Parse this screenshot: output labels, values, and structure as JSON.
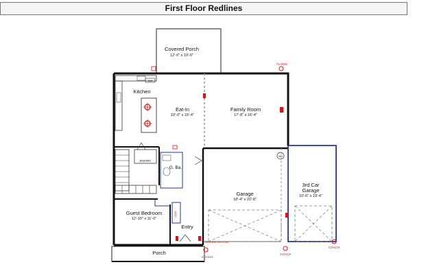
{
  "title": "First Floor Redlines",
  "rooms": {
    "covered_porch": {
      "name": "Covered Porch",
      "dims": "12'-0\" x 10'-0\""
    },
    "kitchen": {
      "name": "Kitchen"
    },
    "eat_in": {
      "name": "Eat-In",
      "dims": "10'-0\" x 16'-4\""
    },
    "family_room": {
      "name": "Family Room",
      "dims": "17'-8\" x 16'-4\""
    },
    "pantry": {
      "name": "PANTRY"
    },
    "bath": {
      "name": "G. Ba."
    },
    "garage": {
      "name": "Garage",
      "dims": "18'-4\" x 20'-8\""
    },
    "third_car_garage": {
      "name_line1": "3rd Car",
      "name_line2": "Garage",
      "dims": "10'-6\" x 19'-4\""
    },
    "guest_bedroom": {
      "name": "Guest Bedroom",
      "dims": "12'-10\" x 11'-0\""
    },
    "entry": {
      "name": "Entry"
    },
    "porch": {
      "name": "Porch"
    }
  },
  "annotations": {
    "flood": "FLOOD",
    "coach_left": "COACH",
    "coach_mid": "COACH",
    "coach_right": "COACH",
    "garage_keypad": "GARAGE KEYPAD",
    "sw": "SW",
    "wh": "WH",
    "coat": "COAT"
  },
  "colors": {
    "wall": "#111111",
    "redline": "#dd1111",
    "annotation_blue": "#2233aa"
  }
}
